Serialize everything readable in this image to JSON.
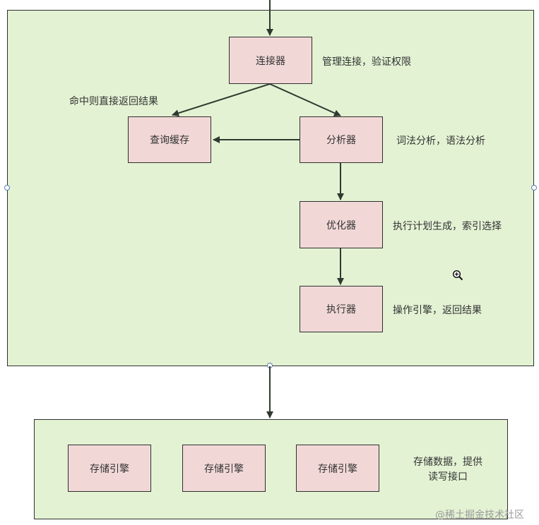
{
  "server_layer": {
    "connector": {
      "label": "连接器",
      "note": "管理连接，验证权限"
    },
    "query_cache": {
      "label": "查询缓存",
      "note": "命中则直接返回结果"
    },
    "analyzer": {
      "label": "分析器",
      "note": "词法分析，语法分析"
    },
    "optimizer": {
      "label": "优化器",
      "note": "执行计划生成，索引选择"
    },
    "executor": {
      "label": "执行器",
      "note": "操作引擎，返回结果"
    }
  },
  "storage_layer": {
    "engines": [
      {
        "label": "存储引擎"
      },
      {
        "label": "存储引擎"
      },
      {
        "label": "存储引擎"
      }
    ],
    "note_line1": "存储数据，提供",
    "note_line2": "读写接口"
  },
  "watermark": "@稀土掘金技术社区",
  "colors": {
    "container_fill": "#e3f2d3",
    "box_fill": "#f1d8d7",
    "stroke": "#2f2f2f"
  }
}
